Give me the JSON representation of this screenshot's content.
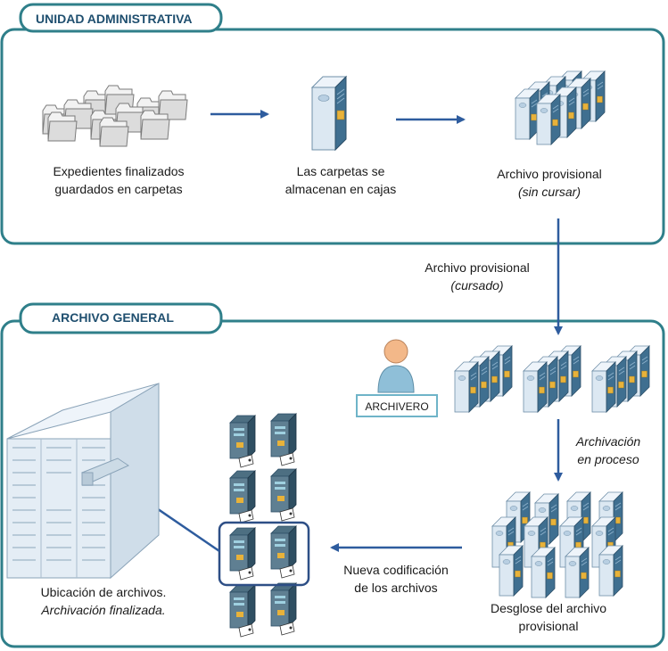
{
  "sections": {
    "admin_title": "UNIDAD ADMINISTRATIVA",
    "general_title": "ARCHIVO GENERAL"
  },
  "steps": {
    "folders": {
      "line1": "Expedientes finalizados",
      "line2": "guardados en carpetas"
    },
    "boxes": {
      "line1": "Las carpetas se",
      "line2": "almacenan en cajas"
    },
    "provisional": {
      "line1": "Archivo provisional",
      "line2": "(sin cursar)"
    },
    "cursado": {
      "line1": "Archivo provisional",
      "line2": "(cursado)"
    },
    "archivacion": {
      "line1": "Archivación",
      "line2": "en proceso"
    },
    "desglose": {
      "line1": "Desglose del archivo",
      "line2": "provisional"
    },
    "codificacion": {
      "line1": "Nueva codificación",
      "line2": "de los archivos"
    },
    "ubicacion": {
      "line1": "Ubicación de archivos.",
      "line2": "Archivación finalizada."
    }
  },
  "person": {
    "label": "ARCHIVERO",
    "icon": "archivist-person-icon"
  },
  "colors": {
    "border": "#2f7f8a",
    "title": "#1f4f6f",
    "arrow": "#2e5c9e",
    "box_front": "#dce8f2",
    "box_side": "#b8cfe2",
    "box_edge": "#6f8fa8",
    "panel": "#3f6f90",
    "label_tag": "#e8b23a",
    "person_body": "#8fbfd8",
    "person_head": "#f3b889"
  }
}
